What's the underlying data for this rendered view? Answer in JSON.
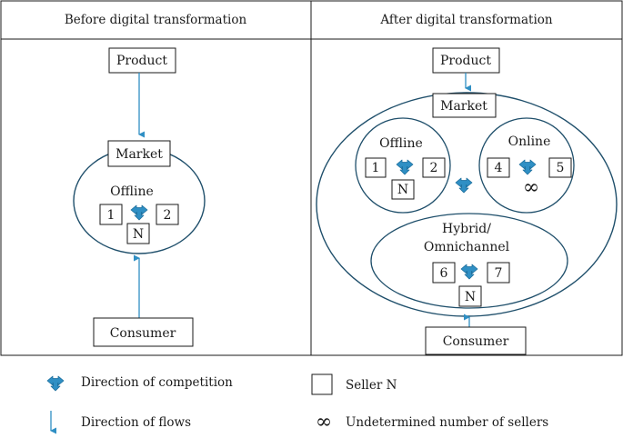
{
  "colors": {
    "accent": "#2f8fc4",
    "accent_dark": "#1d6e9c",
    "line": "#1a1a1a",
    "arrow": "#2f8fc4"
  },
  "panels": {
    "before": {
      "title": "Before digital transformation",
      "product": "Product",
      "market": "Market",
      "offline_label": "Offline",
      "sellers": [
        "1",
        "2",
        "N"
      ],
      "consumer": "Consumer"
    },
    "after": {
      "title": "After digital transformation",
      "product": "Product",
      "market": "Market",
      "offline": {
        "label": "Offline",
        "sellers": [
          "1",
          "2",
          "N"
        ]
      },
      "online": {
        "label": "Online",
        "sellers": [
          "4",
          "5"
        ],
        "infinity": "∞"
      },
      "hybrid": {
        "label_line1": "Hybrid/",
        "label_line2": "Omnichannel",
        "sellers": [
          "6",
          "7",
          "N"
        ]
      },
      "consumer": "Consumer"
    }
  },
  "legend": {
    "competition": "Direction of competition",
    "flows": "Direction of flows",
    "seller": "Seller N",
    "infinity_symbol": "∞",
    "undetermined": "Undetermined number of sellers"
  },
  "icons": {
    "competition": "competition-arrows-icon",
    "flow": "flow-arrow-icon",
    "infinity": "infinity-icon",
    "seller": "seller-box-icon"
  }
}
